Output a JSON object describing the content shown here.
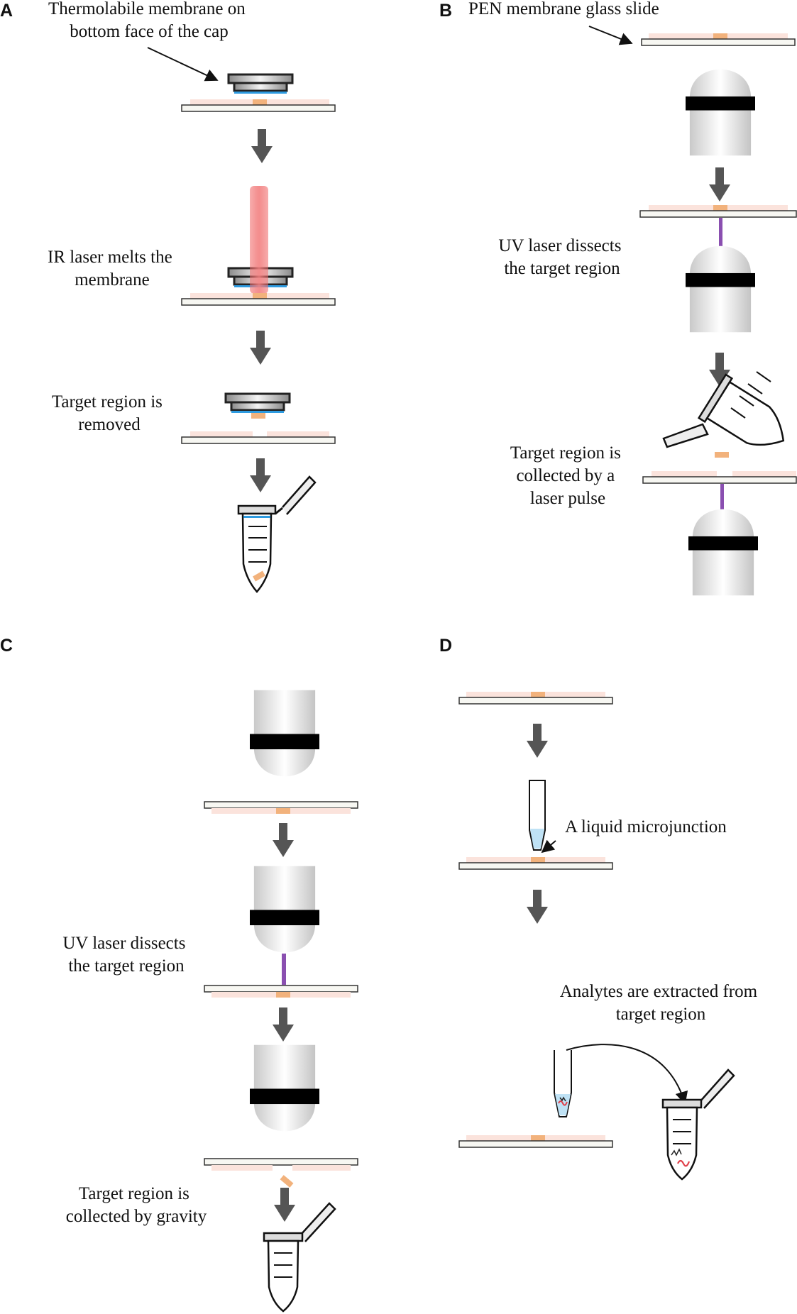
{
  "panels": {
    "A": {
      "letter": "A",
      "cap_label": [
        "Thermolabile membrane on",
        "bottom face of the cap"
      ],
      "laser_label": [
        "IR laser melts the",
        "membrane"
      ],
      "removed_label": [
        "Target region is",
        "removed"
      ]
    },
    "B": {
      "letter": "B",
      "slide_label": "PEN membrane glass slide",
      "uv_label": [
        "UV laser dissects",
        "the target region"
      ],
      "collect_label": [
        "Target region is",
        "collected by a",
        "laser pulse"
      ]
    },
    "C": {
      "letter": "C",
      "uv_label": [
        "UV laser dissects",
        "the target region"
      ],
      "collect_label": [
        "Target region is",
        "collected by gravity"
      ]
    },
    "D": {
      "letter": "D",
      "junction_label": "A liquid microjunction",
      "extract_label": [
        "Analytes are extracted from",
        "target region"
      ]
    }
  },
  "colors": {
    "membrane": "#fbe3dc",
    "target": "#f2b27c",
    "slide_edge": "#333333",
    "slide_fill": "#f7f7f2",
    "arrow": "#555555",
    "ir_laser": "#f08080",
    "uv_laser": "#8a4fb0",
    "cap_membrane": "#2e9be0",
    "liquid": "#bfe2f5",
    "analyte": "#e0414b"
  }
}
